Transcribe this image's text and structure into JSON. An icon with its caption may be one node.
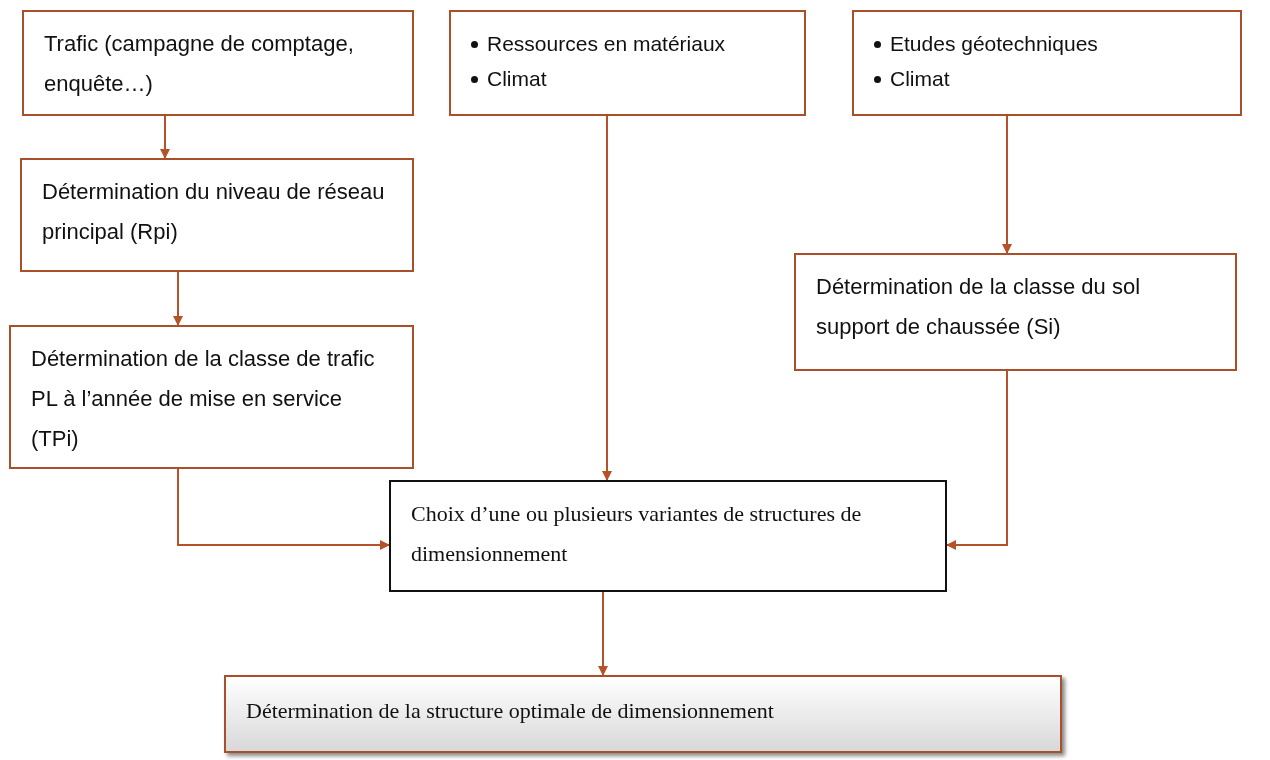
{
  "diagram": {
    "nodes": [
      {
        "text": [
          "Trafic (campagne de comptage, enquête…)"
        ]
      },
      {
        "text": [
          "Ressources en matériaux",
          "Climat"
        ]
      },
      {
        "text": [
          "Etudes géotechniques",
          "Climat"
        ]
      },
      {
        "text": [
          "Détermination du niveau de réseau principal (Rpi)"
        ]
      },
      {
        "text": [
          "Détermination de la classe de trafic PL à l’année de mise en service (TPi)"
        ]
      },
      {
        "text": [
          "Détermination de la classe du sol support de chaussée (Si)"
        ]
      },
      {
        "text": [
          "Choix d’une ou plusieurs variantes de structures de dimensionnement"
        ]
      },
      {
        "text": [
          "Détermination de la structure optimale de dimensionnement"
        ]
      }
    ],
    "edges": [
      {
        "from": 0,
        "to": 3,
        "arrow": "to"
      },
      {
        "from": 3,
        "to": 4,
        "arrow": "to"
      },
      {
        "from": 1,
        "to": 6,
        "arrow": "to"
      },
      {
        "from": 2,
        "to": 5,
        "arrow": "to"
      },
      {
        "from": 4,
        "to": 6,
        "arrow": "to"
      },
      {
        "from": 5,
        "to": 6,
        "arrow": "to"
      },
      {
        "from": 6,
        "to": 7,
        "arrow": "to"
      }
    ]
  }
}
